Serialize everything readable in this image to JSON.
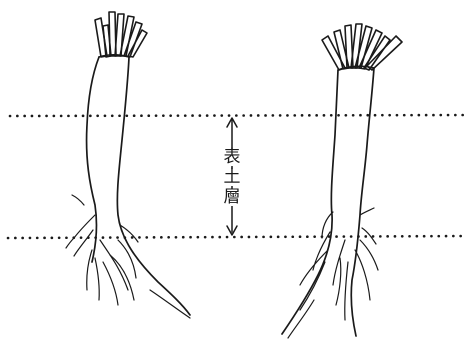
{
  "figure": {
    "layer_label_chars": [
      "表",
      "土",
      "層"
    ]
  }
}
